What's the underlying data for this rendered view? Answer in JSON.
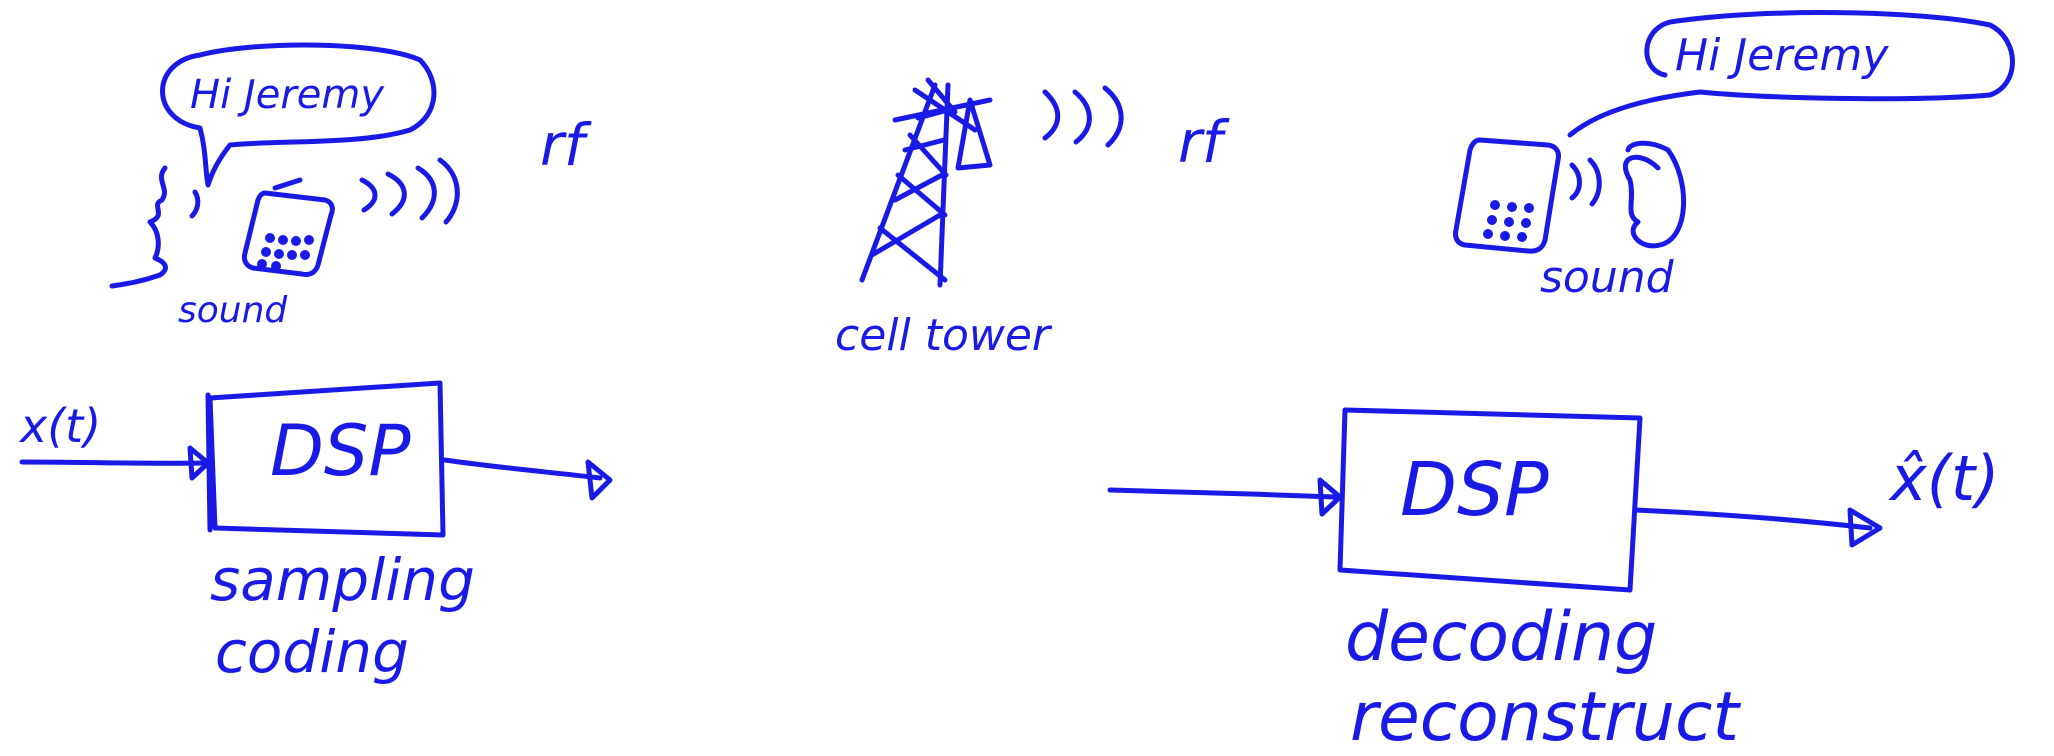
{
  "ink_color": "#1a1ae6",
  "background": "#ffffff",
  "sender": {
    "speech": "Hi Jeremy",
    "sound_label": "sound",
    "rf_label": "rf",
    "phone_icon": "mobile-phone-icon",
    "head_icon": "speaking-head-icon"
  },
  "tower": {
    "label": "cell tower",
    "rf_label": "rf",
    "icon": "cell-tower-icon"
  },
  "receiver": {
    "speech": "Hi Jeremy",
    "sound_label": "sound",
    "phone_icon": "mobile-phone-icon",
    "ear_icon": "ear-icon"
  },
  "encoder": {
    "input_signal": "x(t)",
    "box_label": "DSP",
    "notes": [
      "sampling",
      "coding"
    ]
  },
  "decoder": {
    "box_label": "DSP",
    "output_signal": "x̂(t)",
    "notes": [
      "decoding",
      "reconstruct"
    ]
  }
}
